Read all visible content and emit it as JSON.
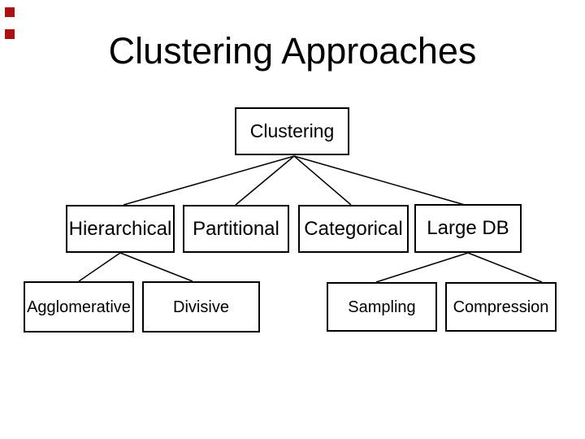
{
  "slide": {
    "title": "Clustering Approaches",
    "background_color": "#ffffff",
    "text_color": "#000000",
    "decoration": {
      "shape": "square",
      "color": "#aa1111",
      "count": 2
    }
  },
  "diagram": {
    "type": "tree",
    "root": {
      "label": "Clustering"
    },
    "level2": [
      {
        "label": "Hierarchical"
      },
      {
        "label": "Partitional"
      },
      {
        "label": "Categorical"
      },
      {
        "label": "Large DB"
      }
    ],
    "level3": [
      {
        "label": "Agglomerative",
        "parent": "Hierarchical"
      },
      {
        "label": "Divisive",
        "parent": "Hierarchical"
      },
      {
        "label": "Sampling",
        "parent": "Large DB"
      },
      {
        "label": "Compression",
        "parent": "Large DB"
      }
    ],
    "edges": [
      {
        "from": "Clustering",
        "to": "Hierarchical"
      },
      {
        "from": "Clustering",
        "to": "Partitional"
      },
      {
        "from": "Clustering",
        "to": "Categorical"
      },
      {
        "from": "Clustering",
        "to": "Large DB"
      },
      {
        "from": "Hierarchical",
        "to": "Agglomerative"
      },
      {
        "from": "Hierarchical",
        "to": "Divisive"
      },
      {
        "from": "Large DB",
        "to": "Sampling"
      },
      {
        "from": "Large DB",
        "to": "Compression"
      }
    ]
  }
}
